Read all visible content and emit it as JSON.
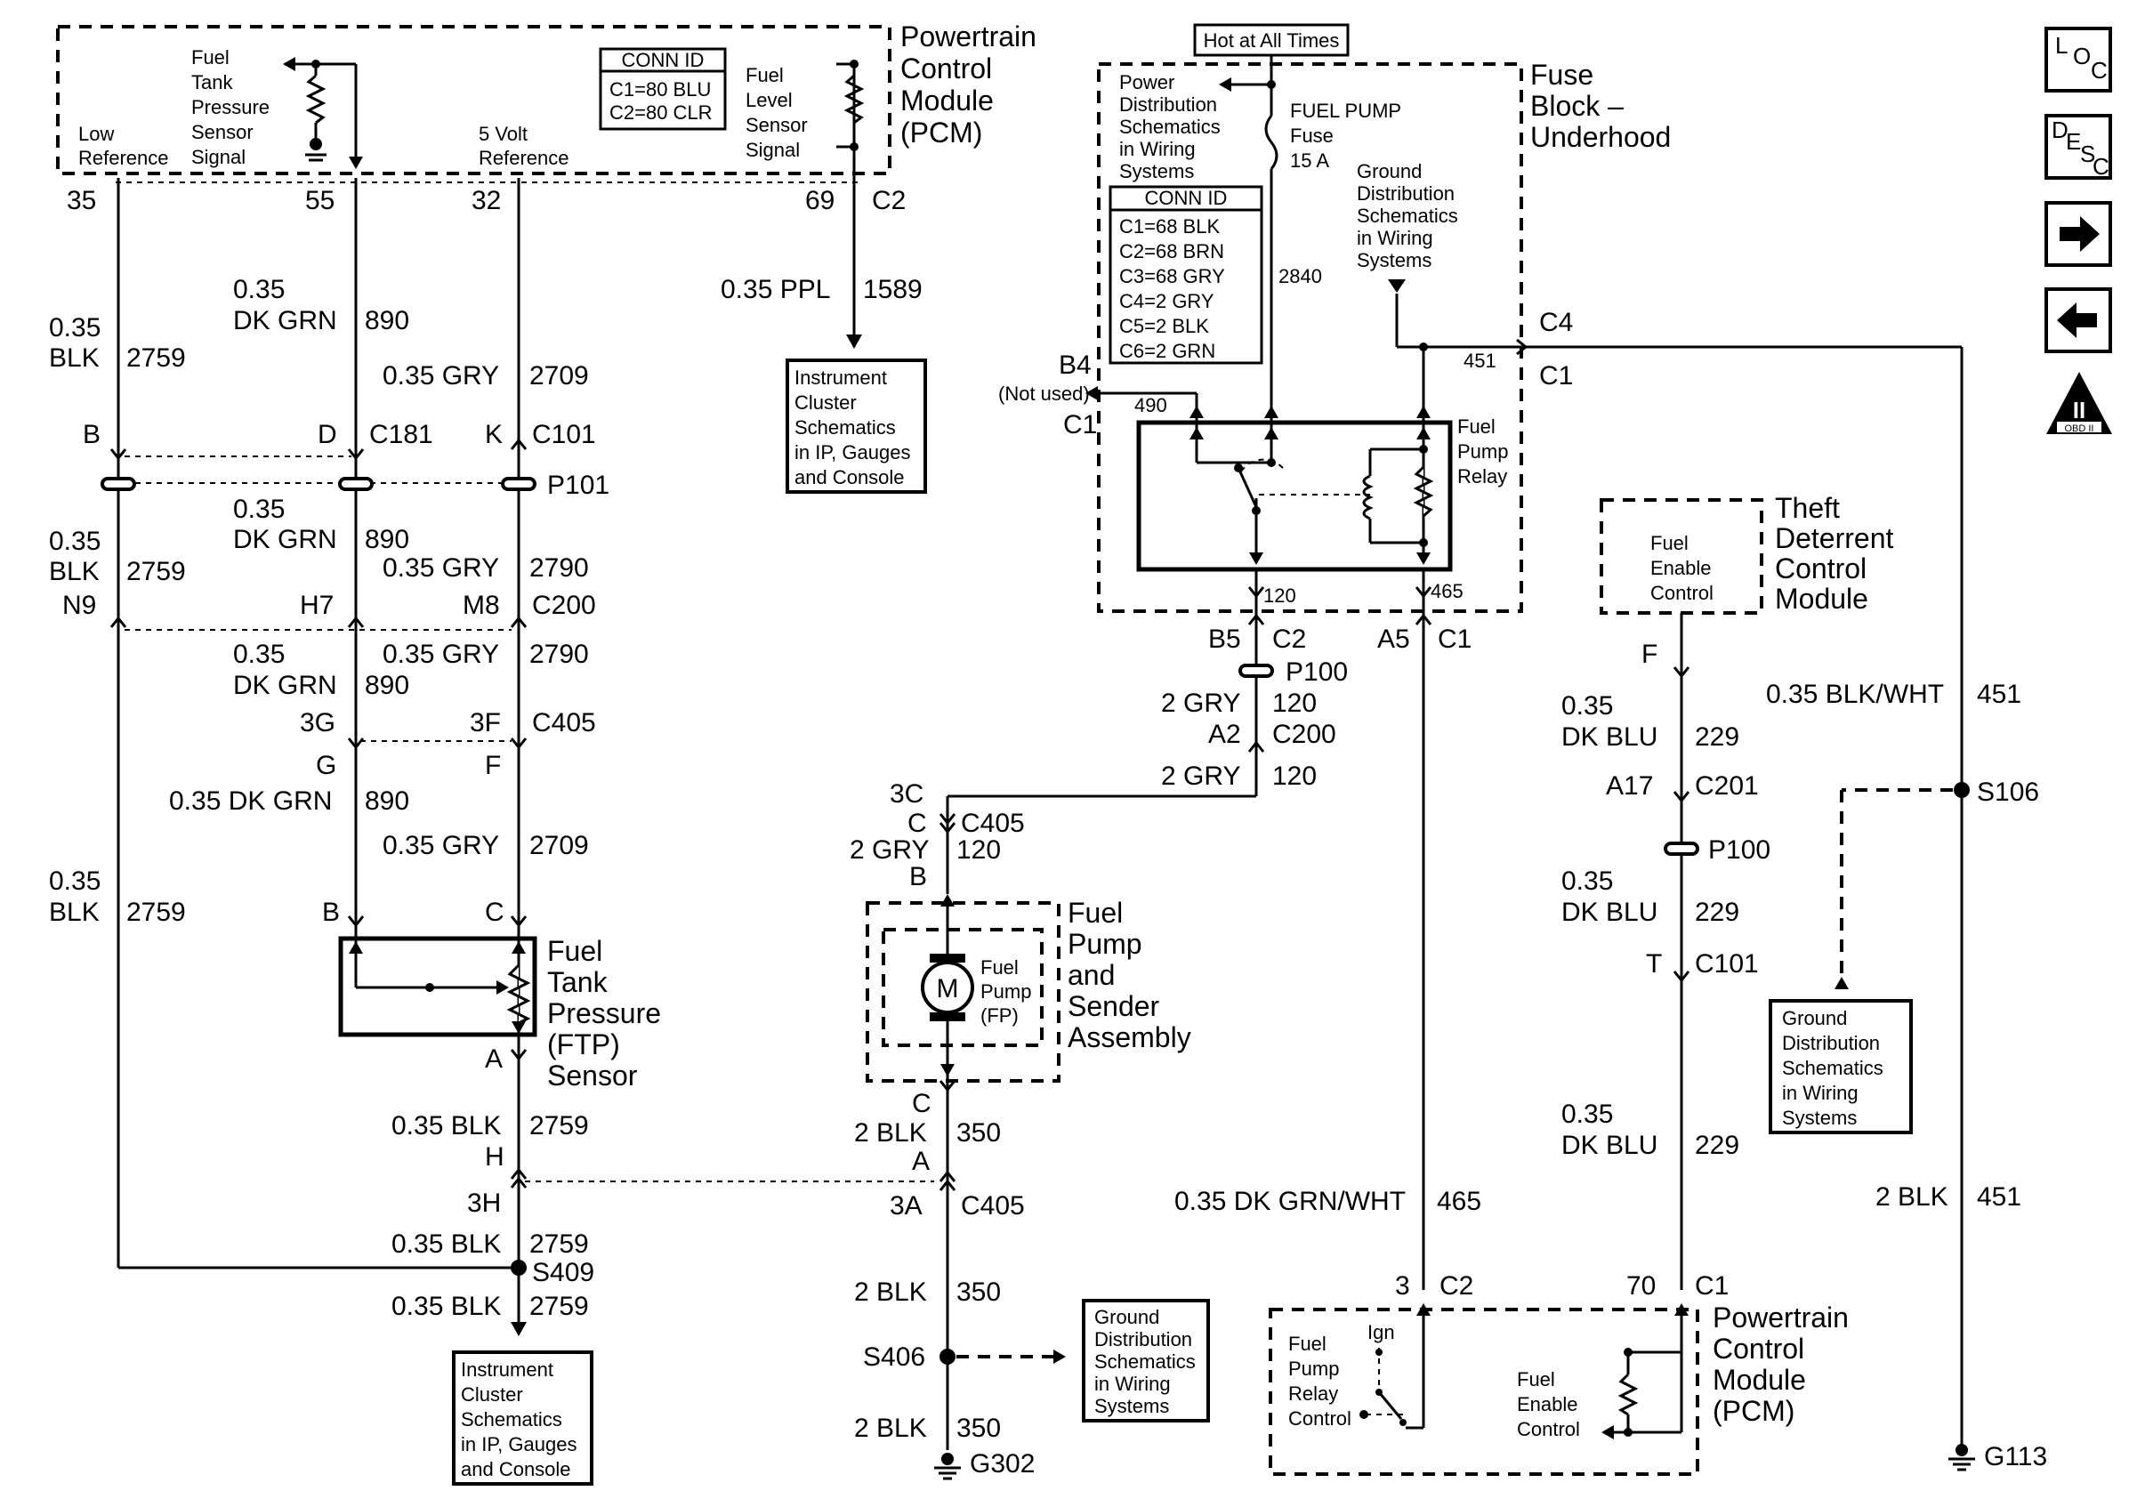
{
  "pcm_top": {
    "title": [
      "Powertrain",
      "Control",
      "Module",
      "(PCM)"
    ],
    "conn_id_title": "CONN ID",
    "conn_ids": [
      "C1=80 BLU",
      "C2=80 CLR"
    ],
    "ftp_signal": [
      "Fuel",
      "Tank",
      "Pressure",
      "Sensor",
      "Signal"
    ],
    "low_ref": [
      "Low",
      "Reference"
    ],
    "five_volt": [
      "5 Volt",
      "Reference"
    ],
    "fuel_level": [
      "Fuel",
      "Level",
      "Sensor",
      "Signal"
    ]
  },
  "pins_top": {
    "p35": "35",
    "p55": "55",
    "p32": "32",
    "p69": "69",
    "c2": "C2"
  },
  "wires": {
    "w2759a": [
      "0.35",
      "BLK",
      "2759"
    ],
    "w890a": [
      "0.35",
      "DK GRN",
      "890"
    ],
    "w2709a": [
      "0.35 GRY",
      "2709"
    ],
    "w1589": [
      "0.35 PPL",
      "1589"
    ],
    "w2759b": [
      "0.35",
      "BLK",
      "2759"
    ],
    "w890b": [
      "0.35",
      "DK GRN",
      "890"
    ],
    "w2790b": [
      "0.35 GRY",
      "2790"
    ],
    "w890c": [
      "0.35",
      "DK GRN",
      "890"
    ],
    "w2790c": [
      "0.35 GRY",
      "2790"
    ],
    "w890d": [
      "0.35 DK GRN",
      "890"
    ],
    "w2709d": [
      "0.35 GRY",
      "2709"
    ],
    "w2759d": [
      "0.35",
      "BLK",
      "2759"
    ],
    "w2759e": [
      "0.35 BLK",
      "2759"
    ],
    "w2759f": [
      "0.35 BLK",
      "2759"
    ],
    "w2759g": [
      "0.35 BLK",
      "2759"
    ],
    "w120a": [
      "2 GRY",
      "120"
    ],
    "w120b": [
      "2 GRY",
      "120"
    ],
    "w120c": [
      "2 GRY",
      "120"
    ],
    "w350a": [
      "2 BLK",
      "350"
    ],
    "w350b": [
      "2 BLK",
      "350"
    ],
    "w350c": [
      "2 BLK",
      "350"
    ],
    "w465": [
      "0.35 DK GRN/WHT",
      "465"
    ],
    "w229a": [
      "0.35",
      "DK BLU",
      "229"
    ],
    "w229b": [
      "0.35",
      "DK BLU",
      "229"
    ],
    "w229c": [
      "0.35",
      "DK BLU",
      "229"
    ],
    "w451a": [
      "0.35 BLK/WHT",
      "451"
    ],
    "w451b": [
      "2 BLK",
      "451"
    ],
    "w451c": "451",
    "w2840": "2840",
    "w490": "490",
    "w120r": "120",
    "w465r": "465"
  },
  "connectors": {
    "B": "B",
    "D": "D",
    "C181": "C181",
    "K": "K",
    "C101": "C101",
    "P101": "P101",
    "N9": "N9",
    "H7": "H7",
    "M8": "M8",
    "C200": "C200",
    "3G": "3G",
    "3F": "3F",
    "C405": "C405",
    "G": "G",
    "F": "F",
    "Bs": "B",
    "Cs": "C",
    "A": "A",
    "H": "H",
    "3H": "3H",
    "S409": "S409",
    "B5": "B5",
    "C2": "C2",
    "P100": "P100",
    "A2": "A2",
    "C200b": "C200",
    "3C": "3C",
    "Cc": "C",
    "C405b": "C405",
    "Bb": "B",
    "Cm": "C",
    "Am": "A",
    "3A": "3A",
    "C405c": "C405",
    "S406": "S406",
    "G302": "G302",
    "A5": "A5",
    "C1": "C1",
    "B4": "B4",
    "not_used": "(Not used)",
    "C1b": "C1",
    "C4": "C4",
    "C1c": "C1",
    "Ft": "F",
    "A17": "A17",
    "C201": "C201",
    "P100b": "P100",
    "T": "T",
    "C101b": "C101",
    "S106": "S106",
    "G113": "G113",
    "p3": "3",
    "C2p": "C2",
    "p70": "70",
    "C1p": "C1"
  },
  "fuse_block": {
    "hot": "Hot at All Times",
    "title": [
      "Fuse",
      "Block –",
      "Underhood"
    ],
    "power_dist": [
      "Power",
      "Distribution",
      "Schematics",
      "in Wiring",
      "Systems"
    ],
    "fuse_name": [
      "FUEL PUMP",
      "Fuse",
      "15 A"
    ],
    "ground_dist": [
      "Ground",
      "Distribution",
      "Schematics",
      "in Wiring",
      "Systems"
    ],
    "conn_id_title": "CONN ID",
    "conn_ids": [
      "C1=68 BLK",
      "C2=68 BRN",
      "C3=68 GRY",
      "C4=2 GRY",
      "C5=2 BLK",
      "C6=2 GRN"
    ],
    "relay": [
      "Fuel",
      "Pump",
      "Relay"
    ]
  },
  "components": {
    "ic1": [
      "Instrument",
      "Cluster",
      "Schematics",
      "in IP, Gauges",
      "and Console"
    ],
    "ic2": [
      "Instrument",
      "Cluster",
      "Schematics",
      "in IP, Gauges",
      "and Console"
    ],
    "ftp": [
      "Fuel",
      "Tank",
      "Pressure",
      "(FTP)",
      "Sensor"
    ],
    "pump_title": [
      "Fuel",
      "Pump",
      "and",
      "Sender",
      "Assembly"
    ],
    "pump_inner": [
      "Fuel",
      "Pump",
      "(FP)"
    ],
    "motor": "M",
    "gd_mid": [
      "Ground",
      "Distribution",
      "Schematics",
      "in Wiring",
      "Systems"
    ],
    "gd_right": [
      "Ground",
      "Distribution",
      "Schematics",
      "in Wiring",
      "Systems"
    ],
    "theft": [
      "Theft",
      "Deterrent",
      "Control",
      "Module"
    ],
    "fuel_enable": [
      "Fuel",
      "Enable",
      "Control"
    ],
    "pcm_bottom": [
      "Powertrain",
      "Control",
      "Module",
      "(PCM)"
    ],
    "fp_relay_ctrl": [
      "Fuel",
      "Pump",
      "Relay",
      "Control"
    ],
    "ign": "Ign",
    "fe_ctrl": [
      "Fuel",
      "Enable",
      "Control"
    ]
  },
  "nav": {
    "loc": [
      "L",
      "O",
      "C"
    ],
    "desc": [
      "D",
      "E",
      "S",
      "C"
    ],
    "obd": [
      "II",
      "OBD II"
    ]
  }
}
